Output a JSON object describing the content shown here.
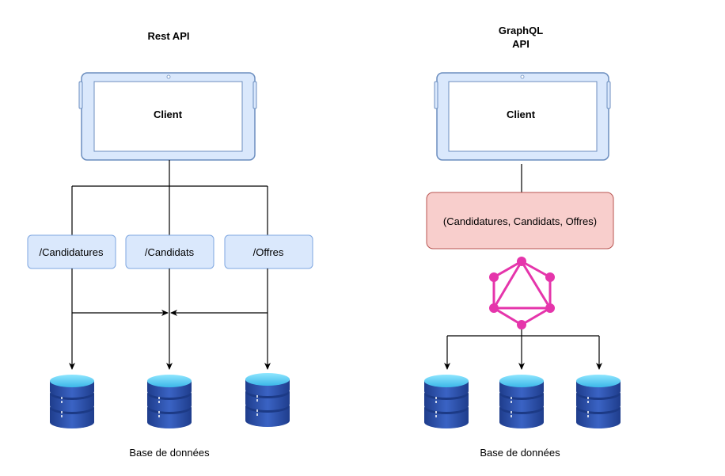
{
  "rest": {
    "title": "Rest API",
    "client_label": "Client",
    "endpoints": [
      "/Candidatures",
      "/Candidats",
      "/Offres"
    ],
    "db_caption": "Base de données"
  },
  "graphql": {
    "title_line1": "GraphQL",
    "title_line2": "API",
    "client_label": "Client",
    "query_label": "(Candidatures, Candidats, Offres)",
    "db_caption": "Base de données"
  },
  "icons": {
    "client": "tablet-icon",
    "database": "database-icon",
    "graphql": "graphql-logo-icon"
  },
  "colors": {
    "tablet_fill": "#dae8fc",
    "tablet_stroke": "#6c8ebf",
    "endpoint_fill": "#dae8fc",
    "endpoint_stroke": "#7ea6e0",
    "query_fill": "#f8cecc",
    "query_stroke": "#b85450",
    "graphql_pink": "#e535ab",
    "db_top": "#6fd5f5",
    "db_body": "#2e4fa2",
    "line": "#000000"
  }
}
